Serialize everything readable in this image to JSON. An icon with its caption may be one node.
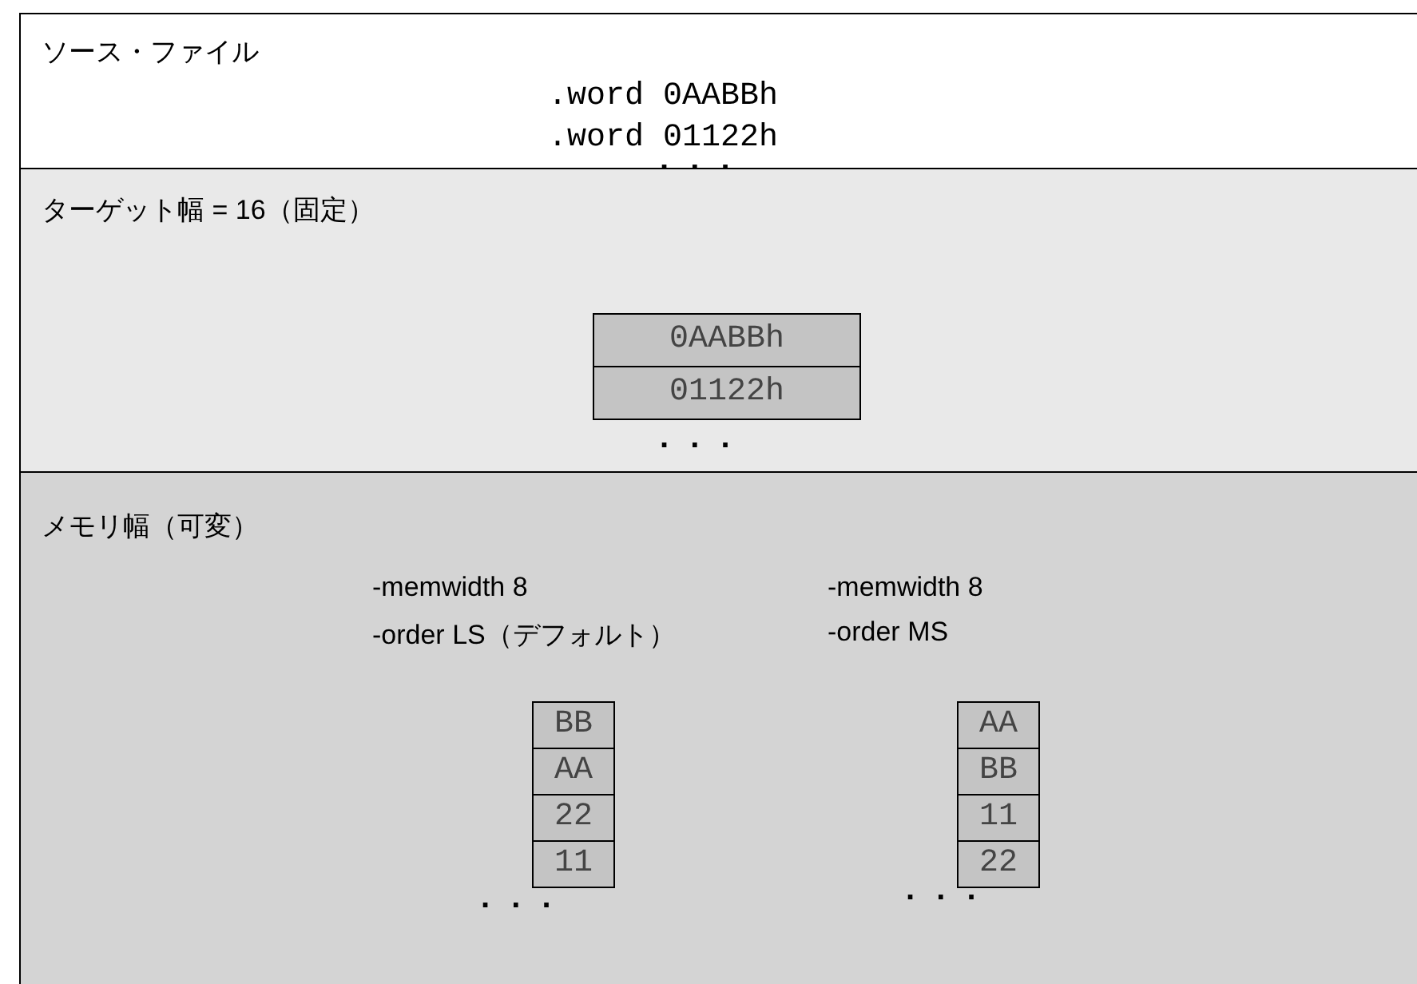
{
  "diagram": {
    "nodes": [
      {
        "text": [
          "ソース・ファイル",
          ".word 0AABBh",
          ".word 01122h",
          ". . ."
        ]
      },
      {
        "text": [
          "ターゲット幅 = 16（固定）",
          ". . ."
        ]
      },
      {
        "text": [
          "0AABBh"
        ],
        "in": 1
      },
      {
        "text": [
          "01122h"
        ],
        "in": 1
      },
      {
        "text": [
          "メモリ幅（可変）",
          "-memwidth 8",
          "-order LS（デフォルト）",
          "-memwidth 8",
          "-order MS",
          ". . .",
          ". . ."
        ]
      },
      {
        "text": [
          "BB"
        ],
        "in": 4
      },
      {
        "text": [
          "AA"
        ],
        "in": 4
      },
      {
        "text": [
          "22"
        ],
        "in": 4
      },
      {
        "text": [
          "11"
        ],
        "in": 4
      },
      {
        "text": [
          "AA"
        ],
        "in": 4
      },
      {
        "text": [
          "BB"
        ],
        "in": 4
      },
      {
        "text": [
          "11"
        ],
        "in": 4
      },
      {
        "text": [
          "22"
        ],
        "in": 4
      }
    ]
  }
}
